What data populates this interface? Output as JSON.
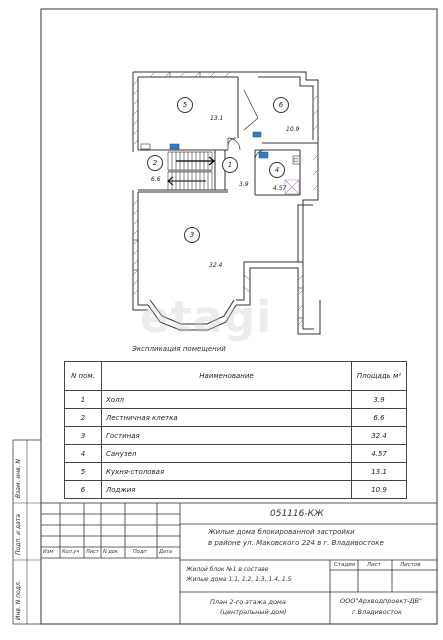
{
  "drawing": {
    "caption": "Экспликация помещений",
    "rooms": [
      {
        "num": "1",
        "area": "3.9"
      },
      {
        "num": "2",
        "area": "6.6"
      },
      {
        "num": "3",
        "area": "32.4"
      },
      {
        "num": "4",
        "area": "4.57"
      },
      {
        "num": "5",
        "area": "13.1"
      },
      {
        "num": "6",
        "area": "10.9"
      }
    ],
    "watermark": "etagi"
  },
  "table": {
    "header": {
      "num": "N пом.",
      "name": "Наименование",
      "area": "Площадь м²"
    },
    "rows": [
      {
        "num": "1",
        "name": "Холл",
        "area": "3.9"
      },
      {
        "num": "2",
        "name": "Лестничная клетка",
        "area": "6.6"
      },
      {
        "num": "3",
        "name": "Гостиная",
        "area": "32.4"
      },
      {
        "num": "4",
        "name": "Санузел",
        "area": "4.57"
      },
      {
        "num": "5",
        "name": "Кухня-столовая",
        "area": "13.1"
      },
      {
        "num": "6",
        "name": "Лоджия",
        "area": "10.9"
      }
    ]
  },
  "stamp": {
    "code": "051116-КЖ",
    "title_line1": "Жилые дома блокированной застройки",
    "title_line2": "в районе ул. Маковского 224 в г. Владивостоке",
    "cols": [
      "Изм",
      "Кол.уч",
      "Лист",
      "N док",
      "Подп",
      "Дата"
    ],
    "object_line1": "Жилой блок №1 в составе",
    "object_line2": "Жилые дома 1.1, 1.2, 1.3, 1.4, 1.5",
    "stage": "Стадия",
    "sheet": "Лист",
    "sheets": "Листов",
    "plan_line1": "План 2-го этажа дома",
    "plan_line2": "(центральный дом)",
    "org_line1": "ООО\"Архводпроект-ДВ\"",
    "org_line2": "г.Владивосток"
  },
  "side": {
    "vzam": "Взам. инв. N",
    "podp": "Подп. и дата",
    "inv": "Инв. N подл."
  }
}
